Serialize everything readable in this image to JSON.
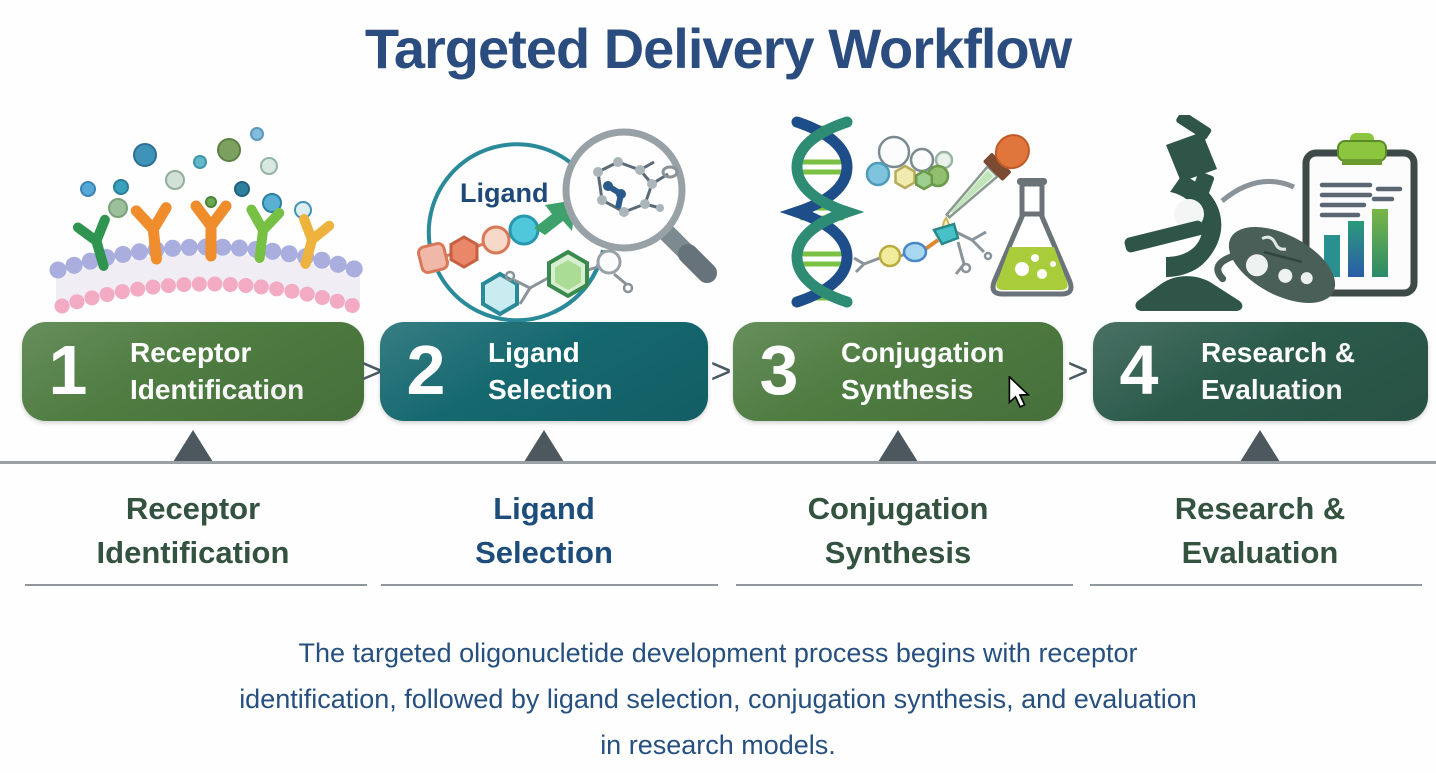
{
  "title": "Targeted Delivery Workflow",
  "steps": [
    {
      "number": "1",
      "badge_line1": "Receptor",
      "badge_line2": "Identification",
      "caption_line1": "Receptor",
      "caption_line2": "Identification",
      "badge_color": "#4e7c41",
      "caption_color": "#33523f",
      "icon": "cell-membrane-receptors-illustration"
    },
    {
      "number": "2",
      "badge_line1": "Ligand",
      "badge_line2": "Selection",
      "caption_line1": "Ligand",
      "caption_line2": "Selection",
      "badge_color": "#15686f",
      "caption_color": "#1e4d7b",
      "icon": "ligand-magnifier-illustration",
      "illustration_label": "Ligand"
    },
    {
      "number": "3",
      "badge_line1": "Conjugation",
      "badge_line2": "Synthesis",
      "caption_line1": "Conjugation",
      "caption_line2": "Synthesis",
      "badge_color": "#4e7c41",
      "caption_color": "#33523f",
      "icon": "dna-dropper-flask-illustration"
    },
    {
      "number": "4",
      "badge_line1": "Research &",
      "badge_line2": "Evaluation",
      "caption_line1": "Research &",
      "caption_line2": "Evaluation",
      "badge_color": "#2b5a4b",
      "caption_color": "#33523f",
      "icon": "microscope-clipboard-illustration"
    }
  ],
  "chevron": ">",
  "description": {
    "line1": "The targeted oligonucletide development process begins with receptor",
    "line2": "identification, followed by ligand selection, conjugation synthesis, and evaluation",
    "line3": "in research models."
  },
  "colors": {
    "title": "#2b4c7e",
    "description": "#26507f",
    "badge_text": "#ffffff",
    "chevron": "#4a5a62",
    "triangle": "#4d585e",
    "timeline_line": "#9aa0a4",
    "underline": "#90979c"
  }
}
